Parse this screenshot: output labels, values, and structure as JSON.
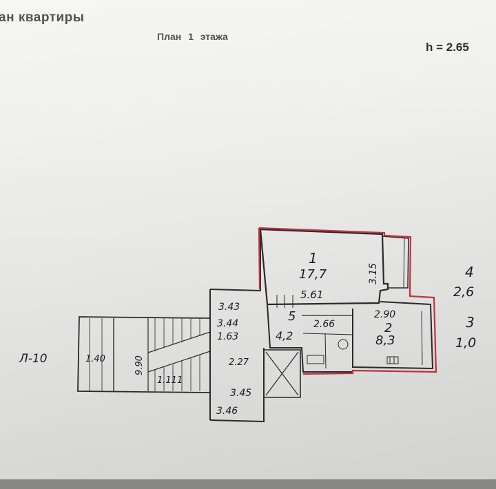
{
  "header": {
    "title": "ан квартиры",
    "floor_label": "План 1 этажа",
    "ceiling_height": "h = 2.65"
  },
  "plan": {
    "side_label": "Л-10",
    "rooms": [
      {
        "number": "1",
        "area": "17,7"
      },
      {
        "number": "2",
        "area": "8,3"
      },
      {
        "number": "3",
        "area": "1,0"
      },
      {
        "number": "4",
        "area": "2,6"
      },
      {
        "number": "5",
        "area": "4,2"
      }
    ],
    "dimensions": {
      "room1_width": "5.61",
      "room1_depth": "3.15",
      "room2_width": "2.90",
      "corridor_width": "2.66",
      "hall_a": "3.43",
      "hall_b": "3.44",
      "hall_c": "1.63",
      "hall_d": "2.27",
      "hall_e": "3.45",
      "hall_f": "3.46",
      "stair_a": "1.40",
      "stair_b": "9.90",
      "stair_c": "1.111"
    },
    "colors": {
      "apartment_outline": "#c8323c",
      "walls": "#2a2a2e"
    }
  }
}
